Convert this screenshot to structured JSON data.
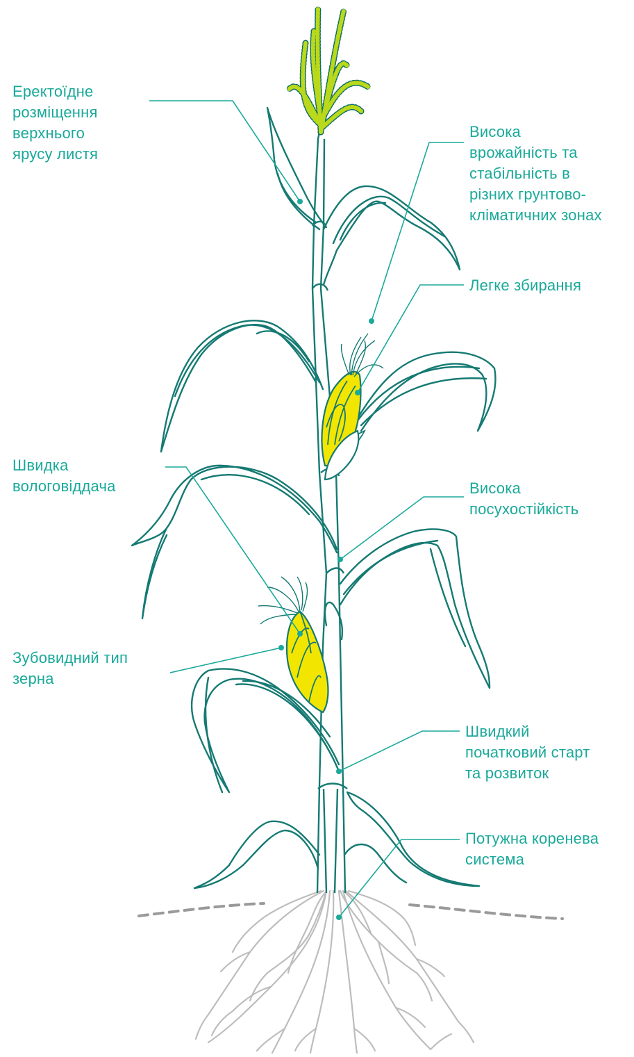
{
  "colors": {
    "plant": "#157a73",
    "accent": "#1aa99a",
    "cob": "#f2e600",
    "tassel": "#b9d91a",
    "roots": "#bdbdbd",
    "soil": "#9a9a9a"
  },
  "labels": {
    "erect_leaves": "Еректоїдне\nрозміщення\nверхнього\nярусу листя",
    "high_yield": "Висока\nврожайність та\nстабільність в\nрізних грунтово-\nкліматичних зонах",
    "easy_harvest": "Легке збирання",
    "fast_drydown": "Швидка\nвологовіддача",
    "drought_tolerance": "Висока\nпосухостійкість",
    "dent_grain": "Зубовидний тип\nзерна",
    "fast_start": "Швидкий\nпочатковий старт\nта розвиток",
    "root_system": "Потужна коренева\nсистема"
  }
}
